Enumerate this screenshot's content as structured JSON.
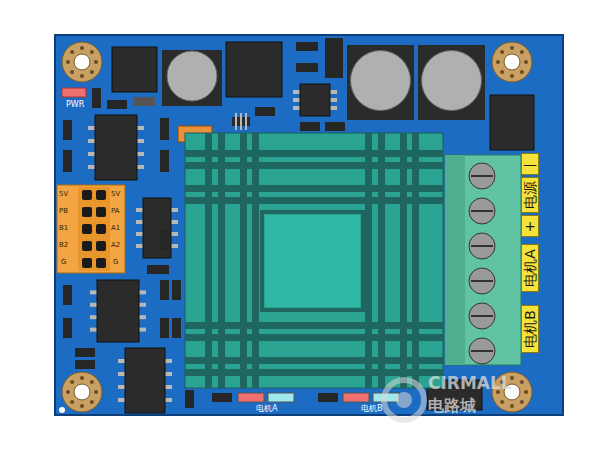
{
  "diagram": {
    "nodes": [
      {
        "text": [
          "—"
        ]
      },
      {
        "text": [
          "电源"
        ]
      },
      {
        "text": [
          "+"
        ]
      },
      {
        "text": [
          "电机A"
        ]
      },
      {
        "text": [
          "电机B"
        ]
      }
    ],
    "labels": [
      "PWR",
      "5V",
      "PB",
      "B1",
      "B2",
      "G",
      "5V",
      "PA",
      "A1",
      "A2",
      "G",
      "电机A",
      "电机B",
      "CIRMALL",
      "电路城"
    ]
  }
}
